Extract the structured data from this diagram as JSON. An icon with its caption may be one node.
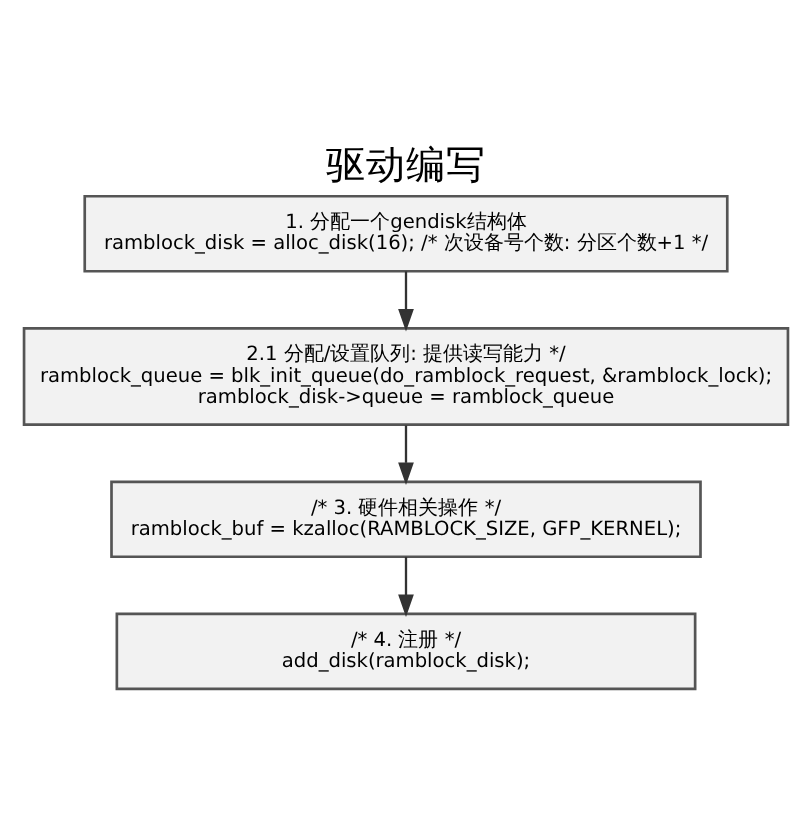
{
  "diagram": {
    "title": "驱动编写",
    "nodes": [
      {
        "text": [
          "1. 分配一个gendisk结构体",
          "ramblock_disk = alloc_disk(16); /* 次设备号个数: 分区个数+1 */"
        ]
      },
      {
        "text": [
          "2.1 分配/设置队列: 提供读写能力 */",
          "ramblock_queue = blk_init_queue(do_ramblock_request, &ramblock_lock);",
          "ramblock_disk->queue = ramblock_queue"
        ]
      },
      {
        "text": [
          "/* 3. 硬件相关操作 */",
          "ramblock_buf = kzalloc(RAMBLOCK_SIZE, GFP_KERNEL);"
        ]
      },
      {
        "text": [
          "/* 4. 注册 */",
          "add_disk(ramblock_disk);"
        ]
      }
    ],
    "edges": [
      {
        "from": 0,
        "to": 1,
        "arrow": "to"
      },
      {
        "from": 1,
        "to": 2,
        "arrow": "to"
      },
      {
        "from": 2,
        "to": 3,
        "arrow": "to"
      }
    ]
  }
}
